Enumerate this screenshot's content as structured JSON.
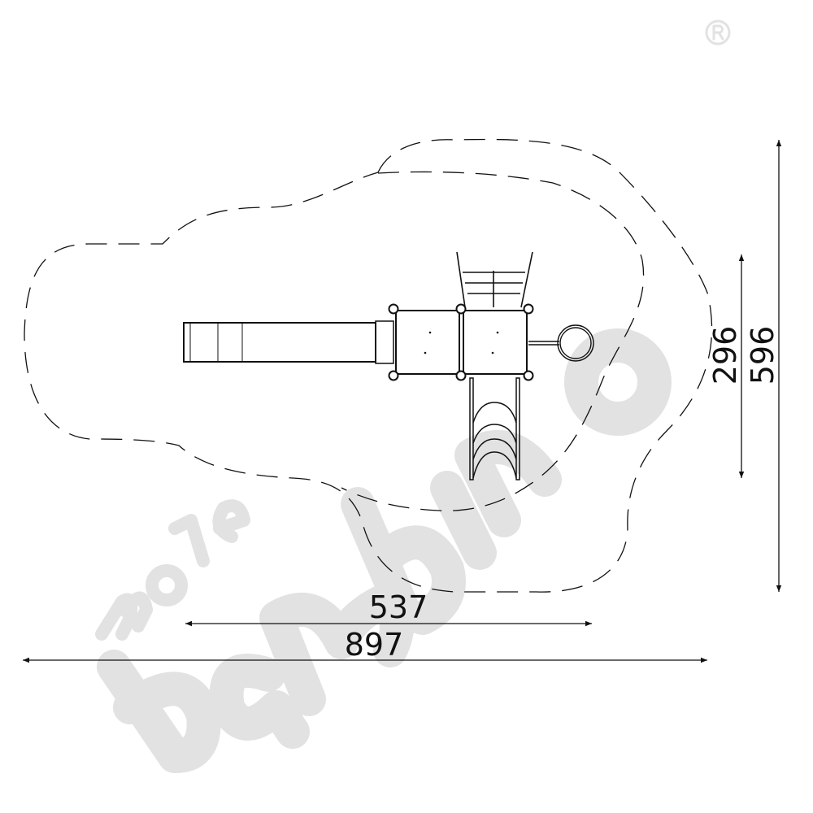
{
  "drawing": {
    "dimensions": {
      "width_inner": "537",
      "width_outer": "897",
      "depth_inner": "296",
      "depth_outer": "596"
    },
    "watermark": {
      "brand_top": "moje",
      "brand_main": "bambino",
      "registered_mark": "®"
    },
    "colors": {
      "line": "#111111",
      "watermark": "#e2e2e2"
    }
  }
}
